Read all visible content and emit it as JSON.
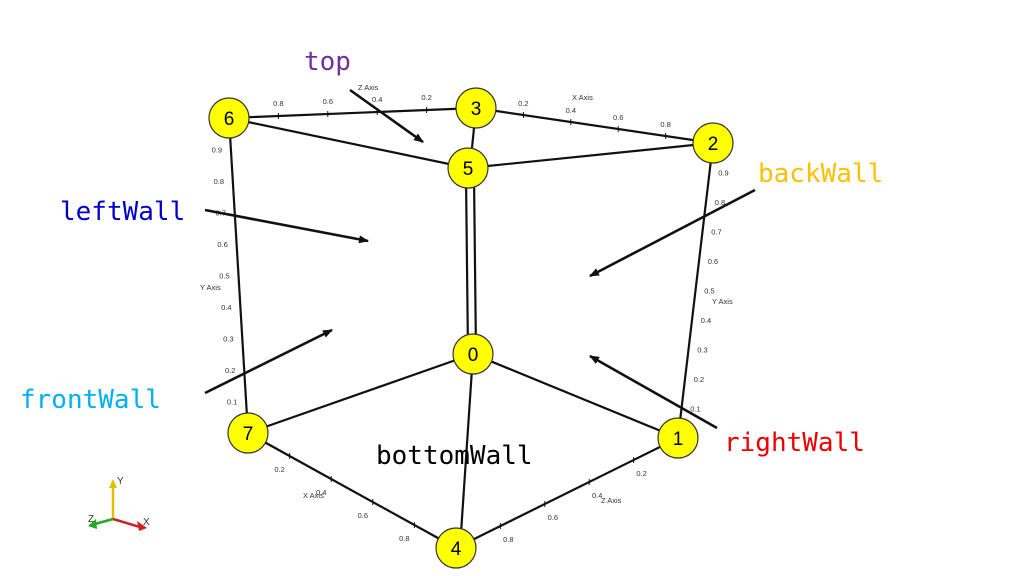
{
  "labels": {
    "top": {
      "text": "top",
      "color": "#7030a0"
    },
    "leftWall": {
      "text": "leftWall",
      "color": "#0000cc"
    },
    "backWall": {
      "text": "backWall",
      "color": "#ffc000"
    },
    "frontWall": {
      "text": "frontWall",
      "color": "#00b0f0"
    },
    "rightWall": {
      "text": "rightWall",
      "color": "#ee0000"
    },
    "bottomWall": {
      "text": "bottomWall",
      "color": "#000000"
    }
  },
  "vertices": {
    "v0": "0",
    "v1": "1",
    "v2": "2",
    "v3": "3",
    "v4": "4",
    "v5": "5",
    "v6": "6",
    "v7": "7"
  },
  "vertex_style": {
    "fill": "#ffff00",
    "stroke": "#333333"
  },
  "axes": {
    "top_z_name": "Z Axis",
    "top_x_name": "X Axis",
    "left_y_name": "Y Axis",
    "right_y_name": "Y Axis",
    "bottom_x_name": "X Axis",
    "bottom_z_name": "Z Axis",
    "top_z_ticks": [
      "0.8",
      "0.6",
      "0.4",
      "0.2"
    ],
    "top_x_ticks": [
      "0.2",
      "0.4",
      "0.6",
      "0.8"
    ],
    "left_y_ticks": [
      "0.9",
      "0.8",
      "0.7",
      "0.6",
      "0.5",
      "0.4",
      "0.3",
      "0.2",
      "0.1"
    ],
    "right_y_ticks": [
      "0.9",
      "0.8",
      "0.7",
      "0.6",
      "0.5",
      "0.4",
      "0.3",
      "0.2",
      "0.1"
    ],
    "bottom_x_ticks": [
      "0.2",
      "0.4",
      "0.6",
      "0.8"
    ],
    "bottom_z_ticks": [
      "0.2",
      "0.4",
      "0.6",
      "0.8"
    ]
  },
  "triad": {
    "y_label": "Y",
    "x_label": "X",
    "z_label": "Z",
    "y_color": "#e0c000",
    "x_color": "#cc2222",
    "z_color": "#22aa22"
  }
}
